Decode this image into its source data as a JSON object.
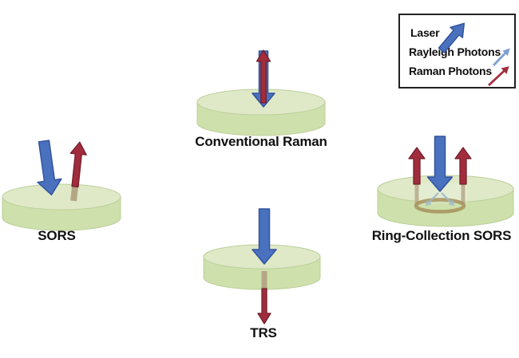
{
  "legend": {
    "items": [
      {
        "label": "Laser",
        "icon": "laser-arrow-icon",
        "color": "#4a71bd"
      },
      {
        "label": "Rayleigh Photons",
        "icon": "rayleigh-photon-arrow-icon",
        "color": "#7f9fd6"
      },
      {
        "label": "Raman Photons",
        "icon": "raman-photon-arrow-icon",
        "color": "#a12d3c"
      }
    ]
  },
  "panels": {
    "conventional_raman": {
      "label": "Conventional Raman"
    },
    "sors": {
      "label": "SORS"
    },
    "trs": {
      "label": "TRS"
    },
    "ring_collection_sors": {
      "label": "Ring-Collection SORS"
    }
  },
  "colors": {
    "laser": "#4a71bd",
    "laser_outline": "#33549e",
    "raman": "#a12d3c",
    "raman_outline": "#731f2d",
    "rayleigh": "#7f9fd6",
    "scattered_photon": "#9fb9c9",
    "disc_top": "#dfe9c8",
    "disc_side": "#cee0ac",
    "disc_outline": "#bccf98",
    "subsurface": "#b5a685",
    "ring": "#a6905c",
    "background": "#ffffff"
  }
}
